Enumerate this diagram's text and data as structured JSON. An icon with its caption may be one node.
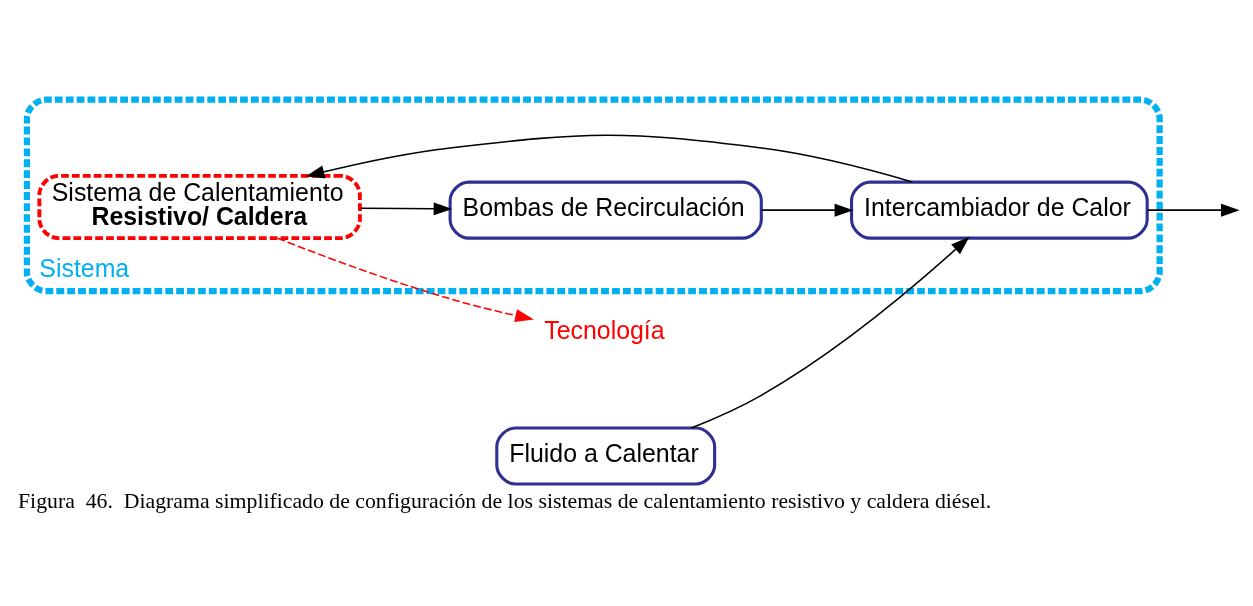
{
  "diagram": {
    "caption": "Figura  46.  Diagrama simplificado de configuración de los sistemas de calentamiento resistivo y caldera diésel.",
    "nodes": [
      {
        "text": [
          "Sistema"
        ]
      },
      {
        "text": [
          "Sistema de Calentamiento",
          "Resistivo/ Caldera"
        ],
        "in": 0
      },
      {
        "text": [
          "Bombas de Recirculación"
        ],
        "in": 0
      },
      {
        "text": [
          "Intercambiador de Calor"
        ],
        "in": 0
      },
      {
        "text": [
          "Fluido a Calentar"
        ]
      },
      {
        "text": [
          "Tecnología"
        ]
      }
    ],
    "edges": [
      {
        "from": 1,
        "to": 2,
        "arrow": "to"
      },
      {
        "from": 2,
        "to": 3,
        "arrow": "to"
      },
      {
        "from": 4,
        "to": 3,
        "arrow": "to"
      },
      {
        "from": 3,
        "to": 1,
        "arrow": "to"
      },
      {
        "from": 3,
        "to": null,
        "arrow": "to"
      },
      {
        "from": 1,
        "to": 5,
        "arrow": "to",
        "style": "dashed",
        "color": "#ff0000"
      }
    ]
  }
}
